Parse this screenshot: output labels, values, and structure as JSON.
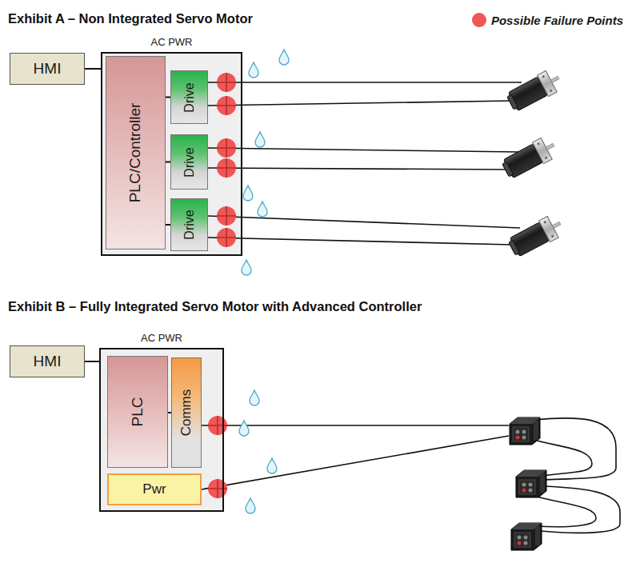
{
  "diagram": {
    "nodes": [
      {
        "text": [
          "HMI"
        ]
      },
      {
        "text": [
          "AC PWR"
        ]
      },
      {
        "text": [
          "PLC/Controller"
        ],
        "in": 1
      },
      {
        "text": [
          "Drive"
        ],
        "in": 1
      },
      {
        "text": [
          "Drive"
        ],
        "in": 1
      },
      {
        "text": [
          "Drive"
        ],
        "in": 1
      },
      {
        "text": [
          "HMI"
        ]
      },
      {
        "text": [
          "AC PWR"
        ]
      },
      {
        "text": [
          "PLC"
        ],
        "in": 7
      },
      {
        "text": [
          "Comms"
        ],
        "in": 7
      },
      {
        "text": [
          "Pwr"
        ],
        "in": 7
      }
    ],
    "edges": [
      {
        "from": 0,
        "to": 1,
        "arrow": "none"
      },
      {
        "from": 2,
        "to": 3,
        "arrow": "none"
      },
      {
        "from": 2,
        "to": 4,
        "arrow": "none"
      },
      {
        "from": 2,
        "to": 5,
        "arrow": "none"
      },
      {
        "from": 6,
        "to": 7,
        "arrow": "none"
      },
      {
        "from": 8,
        "to": 9,
        "arrow": "none"
      }
    ],
    "labels": [
      "Exhibit A – Non Integrated Servo Motor",
      "Exhibit B – Fully Integrated Servo Motor with Advanced Controller"
    ],
    "legend": [
      {
        "text": "Possible Failure Points",
        "color": "#f05656"
      }
    ]
  }
}
